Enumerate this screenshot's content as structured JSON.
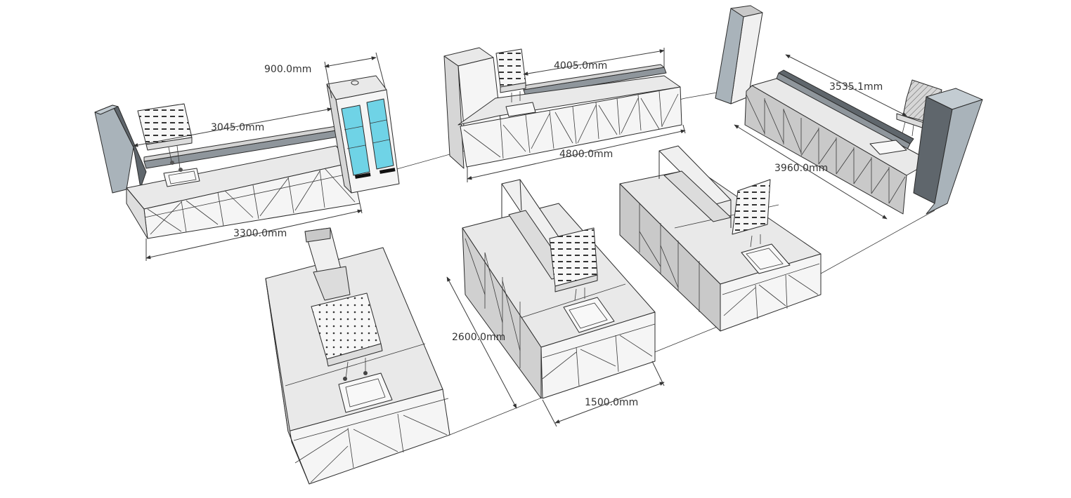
{
  "colors": {
    "top": "#e9e9e9",
    "front": "#f5f5f5",
    "side": "#c9c9c9",
    "dark": "#8f969c",
    "column": "#a9b3ba",
    "columnDark": "#5f666c",
    "glass": "#6fd3e6",
    "line": "#2b2b2b"
  },
  "dimensions": {
    "d1": "900.0mm",
    "d2": "3045.0mm",
    "d3": "3300.0mm",
    "d4": "4005.0mm",
    "d5": "4800.0mm",
    "d6": "3535.1mm",
    "d7": "3960.0mm",
    "d8": "2600.0mm",
    "d9": "1500.0mm"
  }
}
